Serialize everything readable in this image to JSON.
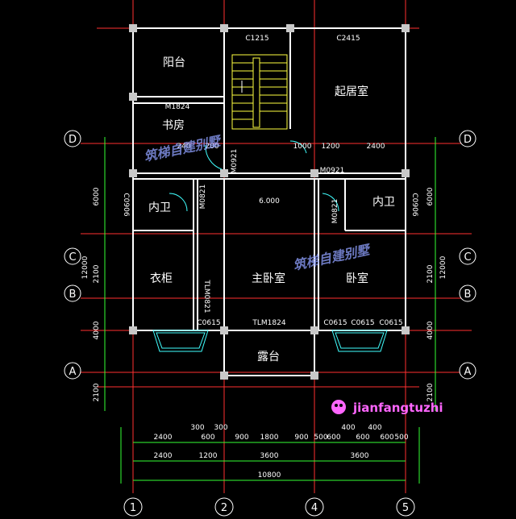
{
  "rooms": {
    "balcony": "阳台",
    "living": "起居室",
    "study": "书房",
    "bath_left": "内卫",
    "bath_right": "内卫",
    "wardrobe": "衣柜",
    "master": "主卧室",
    "bedroom": "卧室",
    "terrace": "露台"
  },
  "codes": {
    "c1215": "C1215",
    "c2415": "C2415",
    "m1824": "M1824",
    "m0921_a": "M0921",
    "m0921_b": "M0921",
    "m0821_a": "M0821",
    "m0821_b": "M0821",
    "c0906_a": "C0906",
    "c0906_b": "C0906",
    "tlm0821": "TLM0821",
    "tlm1824": "TLM1824",
    "c0615_a": "C0615",
    "c0615_b": "C0615",
    "c0615_c": "C0615",
    "c0615_d": "C0615",
    "level": "6.000"
  },
  "inner_dims": {
    "d240_a": "240",
    "d200": "200",
    "d1000": "1000",
    "d1200": "1200",
    "d2400": "2400"
  },
  "bottom_dims": {
    "row1": [
      "2400",
      "300",
      "600",
      "300",
      "900",
      "1800",
      "900",
      "500",
      "600",
      "400",
      "600",
      "400",
      "600",
      "500"
    ],
    "row2": [
      "2400",
      "1200",
      "3600",
      "3600"
    ],
    "total": "10800"
  },
  "side_dims": {
    "left": [
      "6000",
      "2100",
      "12000",
      "4000",
      "2100"
    ],
    "right": [
      "6000",
      "2100",
      "12000",
      "4000",
      "2100"
    ]
  },
  "axes": {
    "cols": [
      "1",
      "2",
      "4",
      "5"
    ],
    "rows": [
      "D",
      "C",
      "B",
      "A"
    ]
  },
  "watermark": "筑梯自建别墅",
  "site": "jianfangtuzhi",
  "colors": {
    "wall": "#ffffff",
    "axis_red": "#ff3030",
    "dim_green": "#33ff33",
    "yellow": "#ffff40",
    "cyan": "#40ffff",
    "watermark": "#8fa0ff",
    "site": "#ff66ff"
  }
}
